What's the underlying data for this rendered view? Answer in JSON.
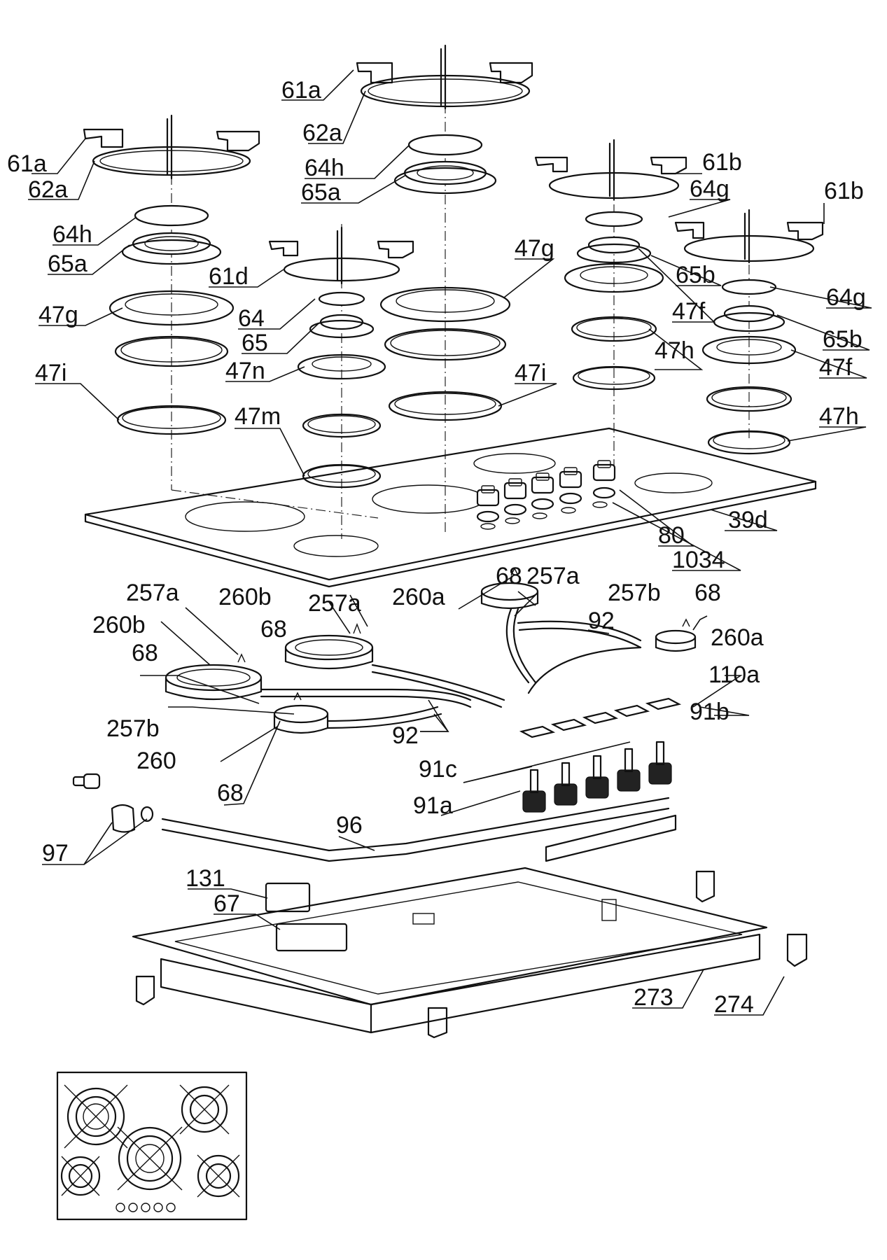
{
  "labels": {
    "l61a_top": "61a",
    "l62a_top": "62a",
    "l61a_left": "61a",
    "l62a_left": "62a",
    "l64h_top": "64h",
    "l65a_top": "65a",
    "l61b_mid": "61b",
    "l64g_mid": "64g",
    "l61b_right": "61b",
    "l64h_left": "64h",
    "l65a_left": "65a",
    "l61d": "61d",
    "l47g_center": "47g",
    "l65b_mid": "65b",
    "l64g_right": "64g",
    "l47g_left": "47g",
    "l64": "64",
    "l65": "65",
    "l47f_mid": "47f",
    "l65b_right": "65b",
    "l47n": "47n",
    "l47h_mid": "47h",
    "l47f_right": "47f",
    "l47i_left": "47i",
    "l47i_center": "47i",
    "l47m": "47m",
    "l47h_right": "47h",
    "l39d": "39d",
    "l80": "80",
    "l1034": "1034",
    "l68_a": "68",
    "l257a_a": "257a",
    "l257a_b": "257a",
    "l260b_a": "260b",
    "l257a_c": "257a",
    "l260a_a": "260a",
    "l257b_a": "257b",
    "l68_b": "68",
    "l92_a": "92",
    "l260a_b": "260a",
    "l260b_b": "260b",
    "l68_c": "68",
    "l68_d": "68",
    "l110a": "110a",
    "l91b": "91b",
    "l257b_b": "257b",
    "l92_b": "92",
    "l260": "260",
    "l91c": "91c",
    "l68_e": "68",
    "l91a": "91a",
    "l96": "96",
    "l97": "97",
    "l131": "131",
    "l67": "67",
    "l273": "273",
    "l274": "274"
  },
  "icons": {
    "burner": "burner-icon",
    "pan_support": "pan-support-icon",
    "knob": "knob-icon",
    "valve": "gas-valve-icon"
  }
}
